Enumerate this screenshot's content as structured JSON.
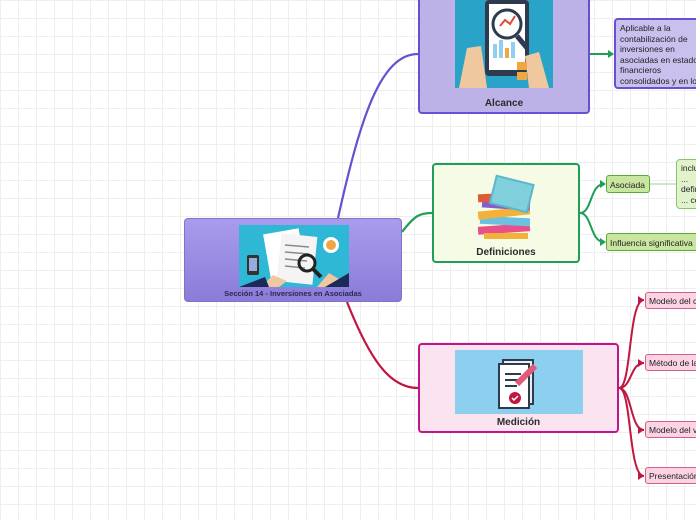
{
  "central": {
    "label": "Sección 14 - Inversiones en Asociadas"
  },
  "topics": [
    {
      "key": "alcance",
      "label": "Alcance"
    },
    {
      "key": "definiciones",
      "label": "Definiciones"
    },
    {
      "key": "medicion",
      "label": "Medición"
    }
  ],
  "alcance_note": "Aplicable a la contabilización de inversiones en asociadas en estados financieros consolidados y en los estados financieros de un inversor que no es una controladora pero tiene una inversión en una o más asociadas.",
  "definiciones_leaves": [
    {
      "label": "Asociada",
      "note": "incluye ... definición ... con ... inversión"
    },
    {
      "label": "Influencia significativa"
    }
  ],
  "medicion_leaves": [
    {
      "label": "Modelo del c"
    },
    {
      "label": "Método de la"
    },
    {
      "label": "Modelo del v"
    },
    {
      "label": "Presentación"
    }
  ],
  "colors": {
    "alcance": "#6a4fd0",
    "definiciones": "#1e9e56",
    "medicion": "#c0163f",
    "central_fill": "#9c8ee6",
    "note_fill": "#c9c0ee",
    "leaf_green": "#c8e6a0",
    "leaf_pink": "#fbd3e4"
  }
}
